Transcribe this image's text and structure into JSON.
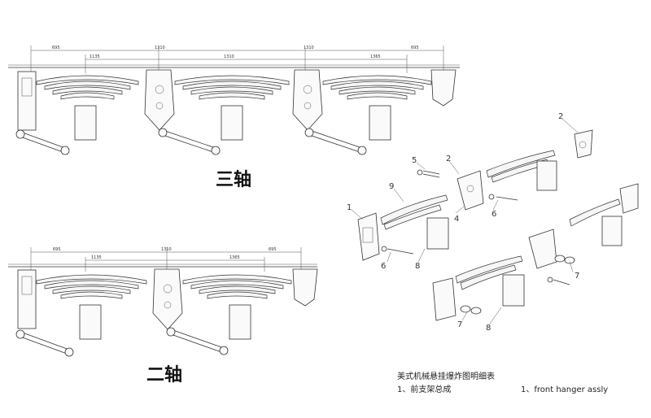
{
  "labels": {
    "three_axle": "三轴",
    "two_axle": "二轴"
  },
  "dimensions_top": {
    "row1": [
      "695",
      "1310",
      "1310",
      "695"
    ],
    "row2": [
      "1135",
      "1310",
      "1365"
    ]
  },
  "dimensions_bottom": {
    "row1": [
      "695",
      "1310",
      "695"
    ],
    "row2": [
      "1135",
      "1365"
    ]
  },
  "callouts": [
    "1",
    "2",
    "2",
    "4",
    "5",
    "6",
    "6",
    "7",
    "7",
    "8",
    "8",
    "9"
  ],
  "legend": {
    "title_cn": "美式机械悬挂爆炸图明细表",
    "item_cn": "1、前支架总成",
    "item_en": "1、front hanger assly"
  }
}
